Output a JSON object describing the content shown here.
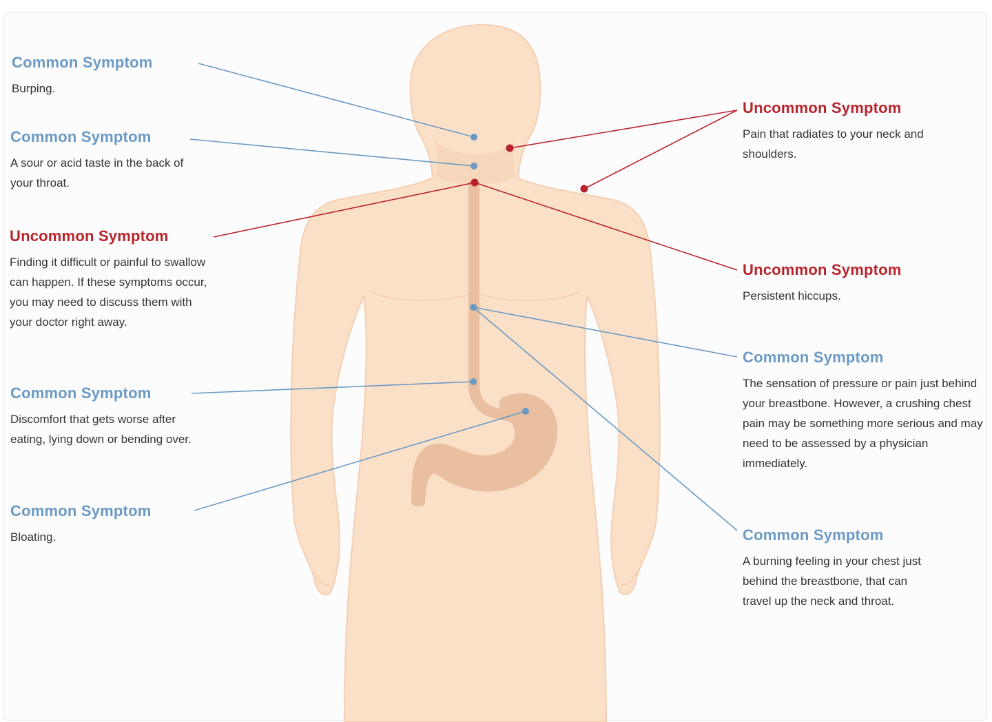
{
  "colors": {
    "common": "#6a9ac4",
    "uncommon": "#b8232b",
    "skin": "#fbe0c8",
    "skin_outline": "#f3cfb2",
    "organ": "#e9bf9f",
    "text": "#333333"
  },
  "callouts": [
    {
      "id": "burping",
      "type": "common",
      "title": "Common Symptom",
      "description": "Burping."
    },
    {
      "id": "sour-taste",
      "type": "common",
      "title": "Common Symptom",
      "description": "A sour or acid taste in the back of your throat."
    },
    {
      "id": "swallow",
      "type": "uncommon",
      "title": "Uncommon Symptom",
      "description": "Finding it difficult or painful to swallow can happen. If these symptoms occur, you may need to discuss them with your doctor right away."
    },
    {
      "id": "discomfort",
      "type": "common",
      "title": "Common Symptom",
      "description": "Discomfort that gets worse after eating, lying down or bending over."
    },
    {
      "id": "bloating",
      "type": "common",
      "title": "Common Symptom",
      "description": "Bloating."
    },
    {
      "id": "radiating-pain",
      "type": "uncommon",
      "title": "Uncommon Symptom",
      "description": "Pain that radiates to your neck and shoulders."
    },
    {
      "id": "hiccups",
      "type": "uncommon",
      "title": "Uncommon Symptom",
      "description": "Persistent hiccups."
    },
    {
      "id": "pressure",
      "type": "common",
      "title": "Common Symptom",
      "description": "The sensation of pressure or pain just behind your breastbone. However, a crushing chest pain may be something more serious and may need to be assessed by a physician immediately."
    },
    {
      "id": "burning",
      "type": "common",
      "title": "Common Symptom",
      "description": "A burning feeling in your chest just behind the breastbone, that can travel up the neck and throat."
    }
  ]
}
